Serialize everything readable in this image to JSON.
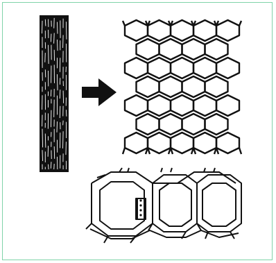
{
  "figure": {
    "panels": [
      {
        "name": "compressed-core-block"
      },
      {
        "name": "expanded-hexagonal-lattice"
      },
      {
        "name": "3d-honeycomb-section"
      }
    ],
    "colors": {
      "frame_border": "#7fd3a8",
      "ink": "#111111",
      "paper": "#ffffff"
    },
    "icons": [
      "right-arrow-icon"
    ]
  }
}
